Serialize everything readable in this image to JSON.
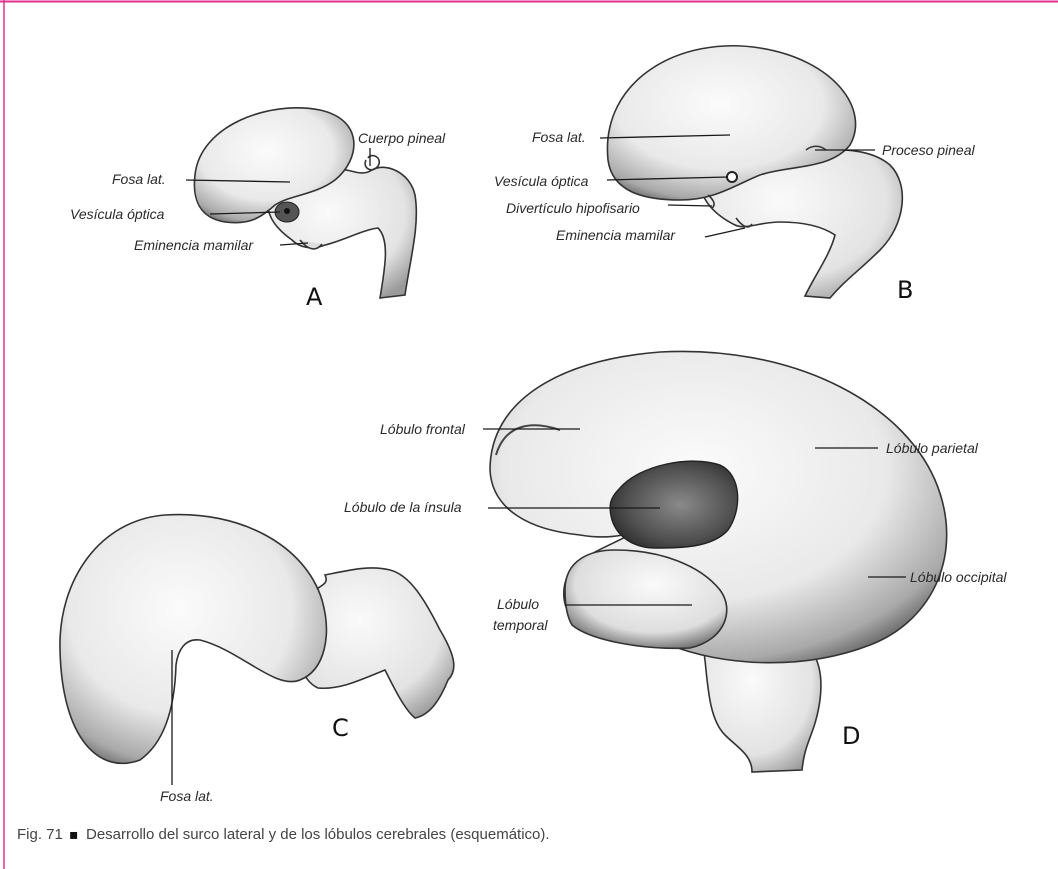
{
  "colors": {
    "border": "#e0318f",
    "ink": "#1a1a1a",
    "tissue_light": "#f4f4f4",
    "tissue_shade": "#8a8a8a",
    "insula_dark": "#4a4a4a"
  },
  "panels": {
    "A": {
      "letter": "A",
      "labels": {
        "cuerpo_pineal": "Cuerpo pineal",
        "fosa_lat": "Fosa lat.",
        "vesicula_optica": "Vesícula óptica",
        "eminencia_mamilar": "Eminencia mamilar"
      }
    },
    "B": {
      "letter": "B",
      "labels": {
        "fosa_lat": "Fosa lat.",
        "proceso_pineal": "Proceso pineal",
        "vesicula_optica": "Vesícula óptica",
        "diverticulo_hipofisario": "Divertículo hipofisario",
        "eminencia_mamilar": "Eminencia mamilar"
      }
    },
    "C": {
      "letter": "C",
      "labels": {
        "fosa_lat": "Fosa lat."
      }
    },
    "D": {
      "letter": "D",
      "labels": {
        "lobulo_frontal": "Lóbulo frontal",
        "lobulo_parietal": "Lóbulo parietal",
        "lobulo_insula": "Lóbulo de la ínsula",
        "lobulo_occipital": "Lóbulo occipital",
        "lobulo_temporal_1": "Lóbulo",
        "lobulo_temporal_2": "temporal"
      }
    }
  },
  "caption": {
    "figure": "Fig. 71",
    "bullet": "▪",
    "text": "Desarrollo del surco lateral y de los lóbulos cerebrales (esquemático)."
  }
}
